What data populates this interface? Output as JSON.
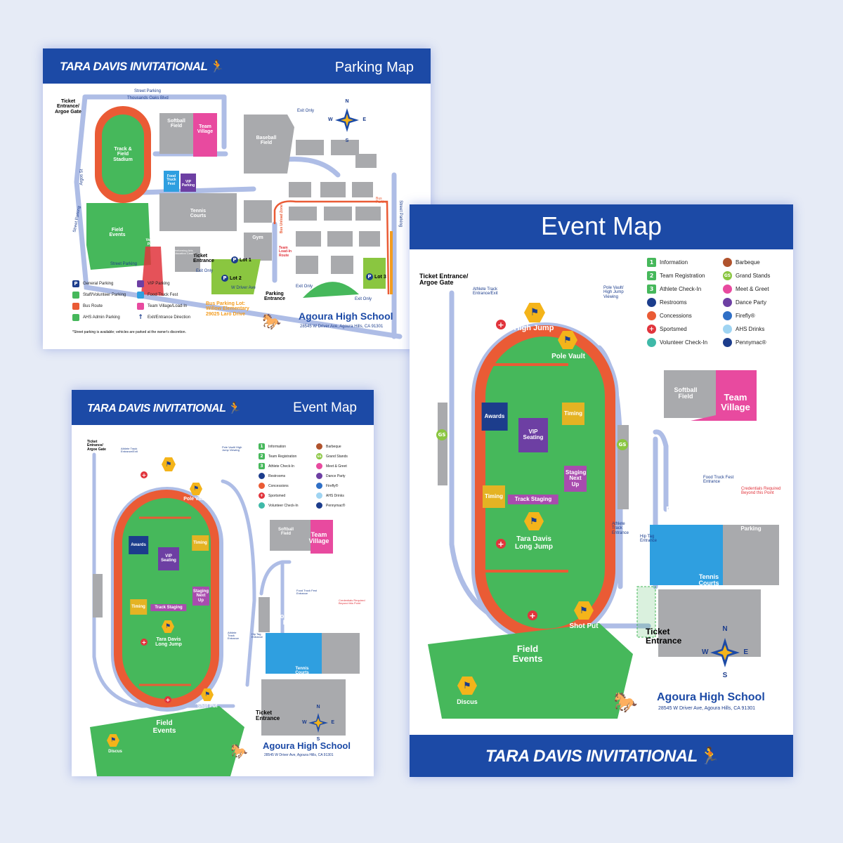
{
  "brand": {
    "name": "TARA DAVIS INVITATIONAL",
    "school": "Agoura High School",
    "address": "28545 W Driver Ave, Agoura Hills, CA 91301"
  },
  "colors": {
    "header": "#1c4aa6",
    "track": "#ea5b35",
    "field": "#46b85b",
    "building": "#a9aaad",
    "road": "#aebde6",
    "pink": "#e84a9f",
    "blue": "#2f9fe0",
    "purple": "#6d3fa3",
    "yellow": "#e4b323",
    "red": "#e1343c",
    "navy": "#1c3d8c",
    "lot": "#8ac640"
  },
  "compass": {
    "n": "N",
    "s": "S",
    "e": "E",
    "w": "W"
  },
  "parking_map": {
    "title": "Parking Map",
    "labels": {
      "ticket_gate": "Ticket Entrance/ Argoe Gate",
      "street_parking": "Street Parking",
      "thousand_oaks": "Thousands Oaks Blvd",
      "argos": "Argos St",
      "softball": "Softball Field",
      "team_village": "Team Village",
      "baseball": "Baseball Field",
      "stadium": "Track & Field Stadium",
      "food_truck": "Food Truck Fest",
      "vip_parking": "VIP Parking",
      "tennis": "Tennis Courts",
      "gym": "Gym",
      "field_events": "Field Events",
      "staff_parking": "Staff/ Volunteer Parking",
      "ticket_entrance": "Ticket Entrance",
      "performing_arts": "Performing Arts Education Center",
      "lot1": "Lot 1",
      "lot2": "Lot 2",
      "lot3": "Lot 3",
      "exit_only": "Exit Only",
      "driver_ave": "W Driver Ave",
      "parking_entrance": "Parking Entrance",
      "bus_unload": "Bus Unload Zone",
      "team_loadin": "Team Load-In Route",
      "bus_parking": "Bus Parking",
      "faculty": "AHS Faculty Parking",
      "bus_lot": "Bus Parking Lot: Willow Elementary 29025 Laro Drive",
      "footnote": "*Street parking is available; vehicles are parked at the owner's discretion."
    },
    "legend": [
      {
        "icon": "P",
        "label": "General Parking",
        "color": "#1c3d8c"
      },
      {
        "icon": "",
        "label": "Staff/Volunteer Parking",
        "color": "#46b85b"
      },
      {
        "icon": "",
        "label": "Bus Route",
        "color": "#ea5b35"
      },
      {
        "icon": "",
        "label": "AHS Admin Parking",
        "color": "#46b85b"
      },
      {
        "icon": "",
        "label": "VIP Parking",
        "color": "#6d3fa3"
      },
      {
        "icon": "",
        "label": "Food Truck Fest",
        "color": "#2f9fe0"
      },
      {
        "icon": "",
        "label": "Team Village/Load-In",
        "color": "#e84a9f"
      },
      {
        "icon": "↑",
        "label": "Exit/Entrance Direction",
        "color": "#1c3d8c"
      }
    ]
  },
  "event_map": {
    "title": "Event Map",
    "labels": {
      "ticket_gate": "Ticket Entrance/ Argoe Gate",
      "track_entrance": "Athlete Track Entrance/Exit",
      "pole_vault_viewing": "Pole Vault/ High Jump Viewing",
      "high_jump": "High Jump",
      "pole_vault": "Pole Vault",
      "awards": "Awards",
      "timing": "Timing",
      "vip_seating": "VIP Seating",
      "staging_next": "Staging Next Up",
      "track_staging": "Track Staging",
      "long_jump": "Tara Davis Long Jump",
      "softball": "Softball Field",
      "team_village": "Team Village",
      "food_truck_entrance": "Food Truck Fest Entrance",
      "credentials": "Credentials Required Beyond this Point",
      "food_truck": "Food Truck Fest",
      "vip_parking": "VIP Parking",
      "hip_tag": "Hip Tag Entrance",
      "athlete_entrance": "Athlete Track Entrance",
      "tennis": "Tennis Courts",
      "ticket_entrance": "Ticket Entrance",
      "shot_put": "Shot Put",
      "field_events": "Field Events",
      "discus": "Discus",
      "gs": "GS"
    },
    "legend": [
      {
        "icon": "1",
        "label": "Information",
        "color": "#46b85b",
        "square": true
      },
      {
        "icon": "2",
        "label": "Team Registration",
        "color": "#46b85b",
        "square": true
      },
      {
        "icon": "3",
        "label": "Athlete Check-In",
        "color": "#46b85b",
        "square": true
      },
      {
        "icon": "⚲",
        "label": "Restrooms",
        "color": "#1c3d8c",
        "square": false
      },
      {
        "icon": "☕",
        "label": "Concessions",
        "color": "#ea5b35",
        "square": false
      },
      {
        "icon": "+",
        "label": "Sportsmed",
        "color": "#e1343c",
        "square": false
      },
      {
        "icon": "✓",
        "label": "Volunteer Check-In",
        "color": "#3fb9a8",
        "square": false
      },
      {
        "icon": "♨",
        "label": "Barbeque",
        "color": "#b0532d",
        "square": false
      },
      {
        "icon": "GS",
        "label": "Grand Stands",
        "color": "#8ac640",
        "square": false
      },
      {
        "icon": "♥",
        "label": "Meet & Greet",
        "color": "#e84a9f",
        "square": false
      },
      {
        "icon": "♪",
        "label": "Dance Party",
        "color": "#6d3fa3",
        "square": false
      },
      {
        "icon": "F",
        "label": "Firefly®",
        "color": "#2f6fc6",
        "square": false
      },
      {
        "icon": "A",
        "label": "AHS Drinks",
        "color": "#9fd4f2",
        "square": false
      },
      {
        "icon": "P",
        "label": "Pennymac®",
        "color": "#1c3d8c",
        "square": false
      }
    ]
  }
}
